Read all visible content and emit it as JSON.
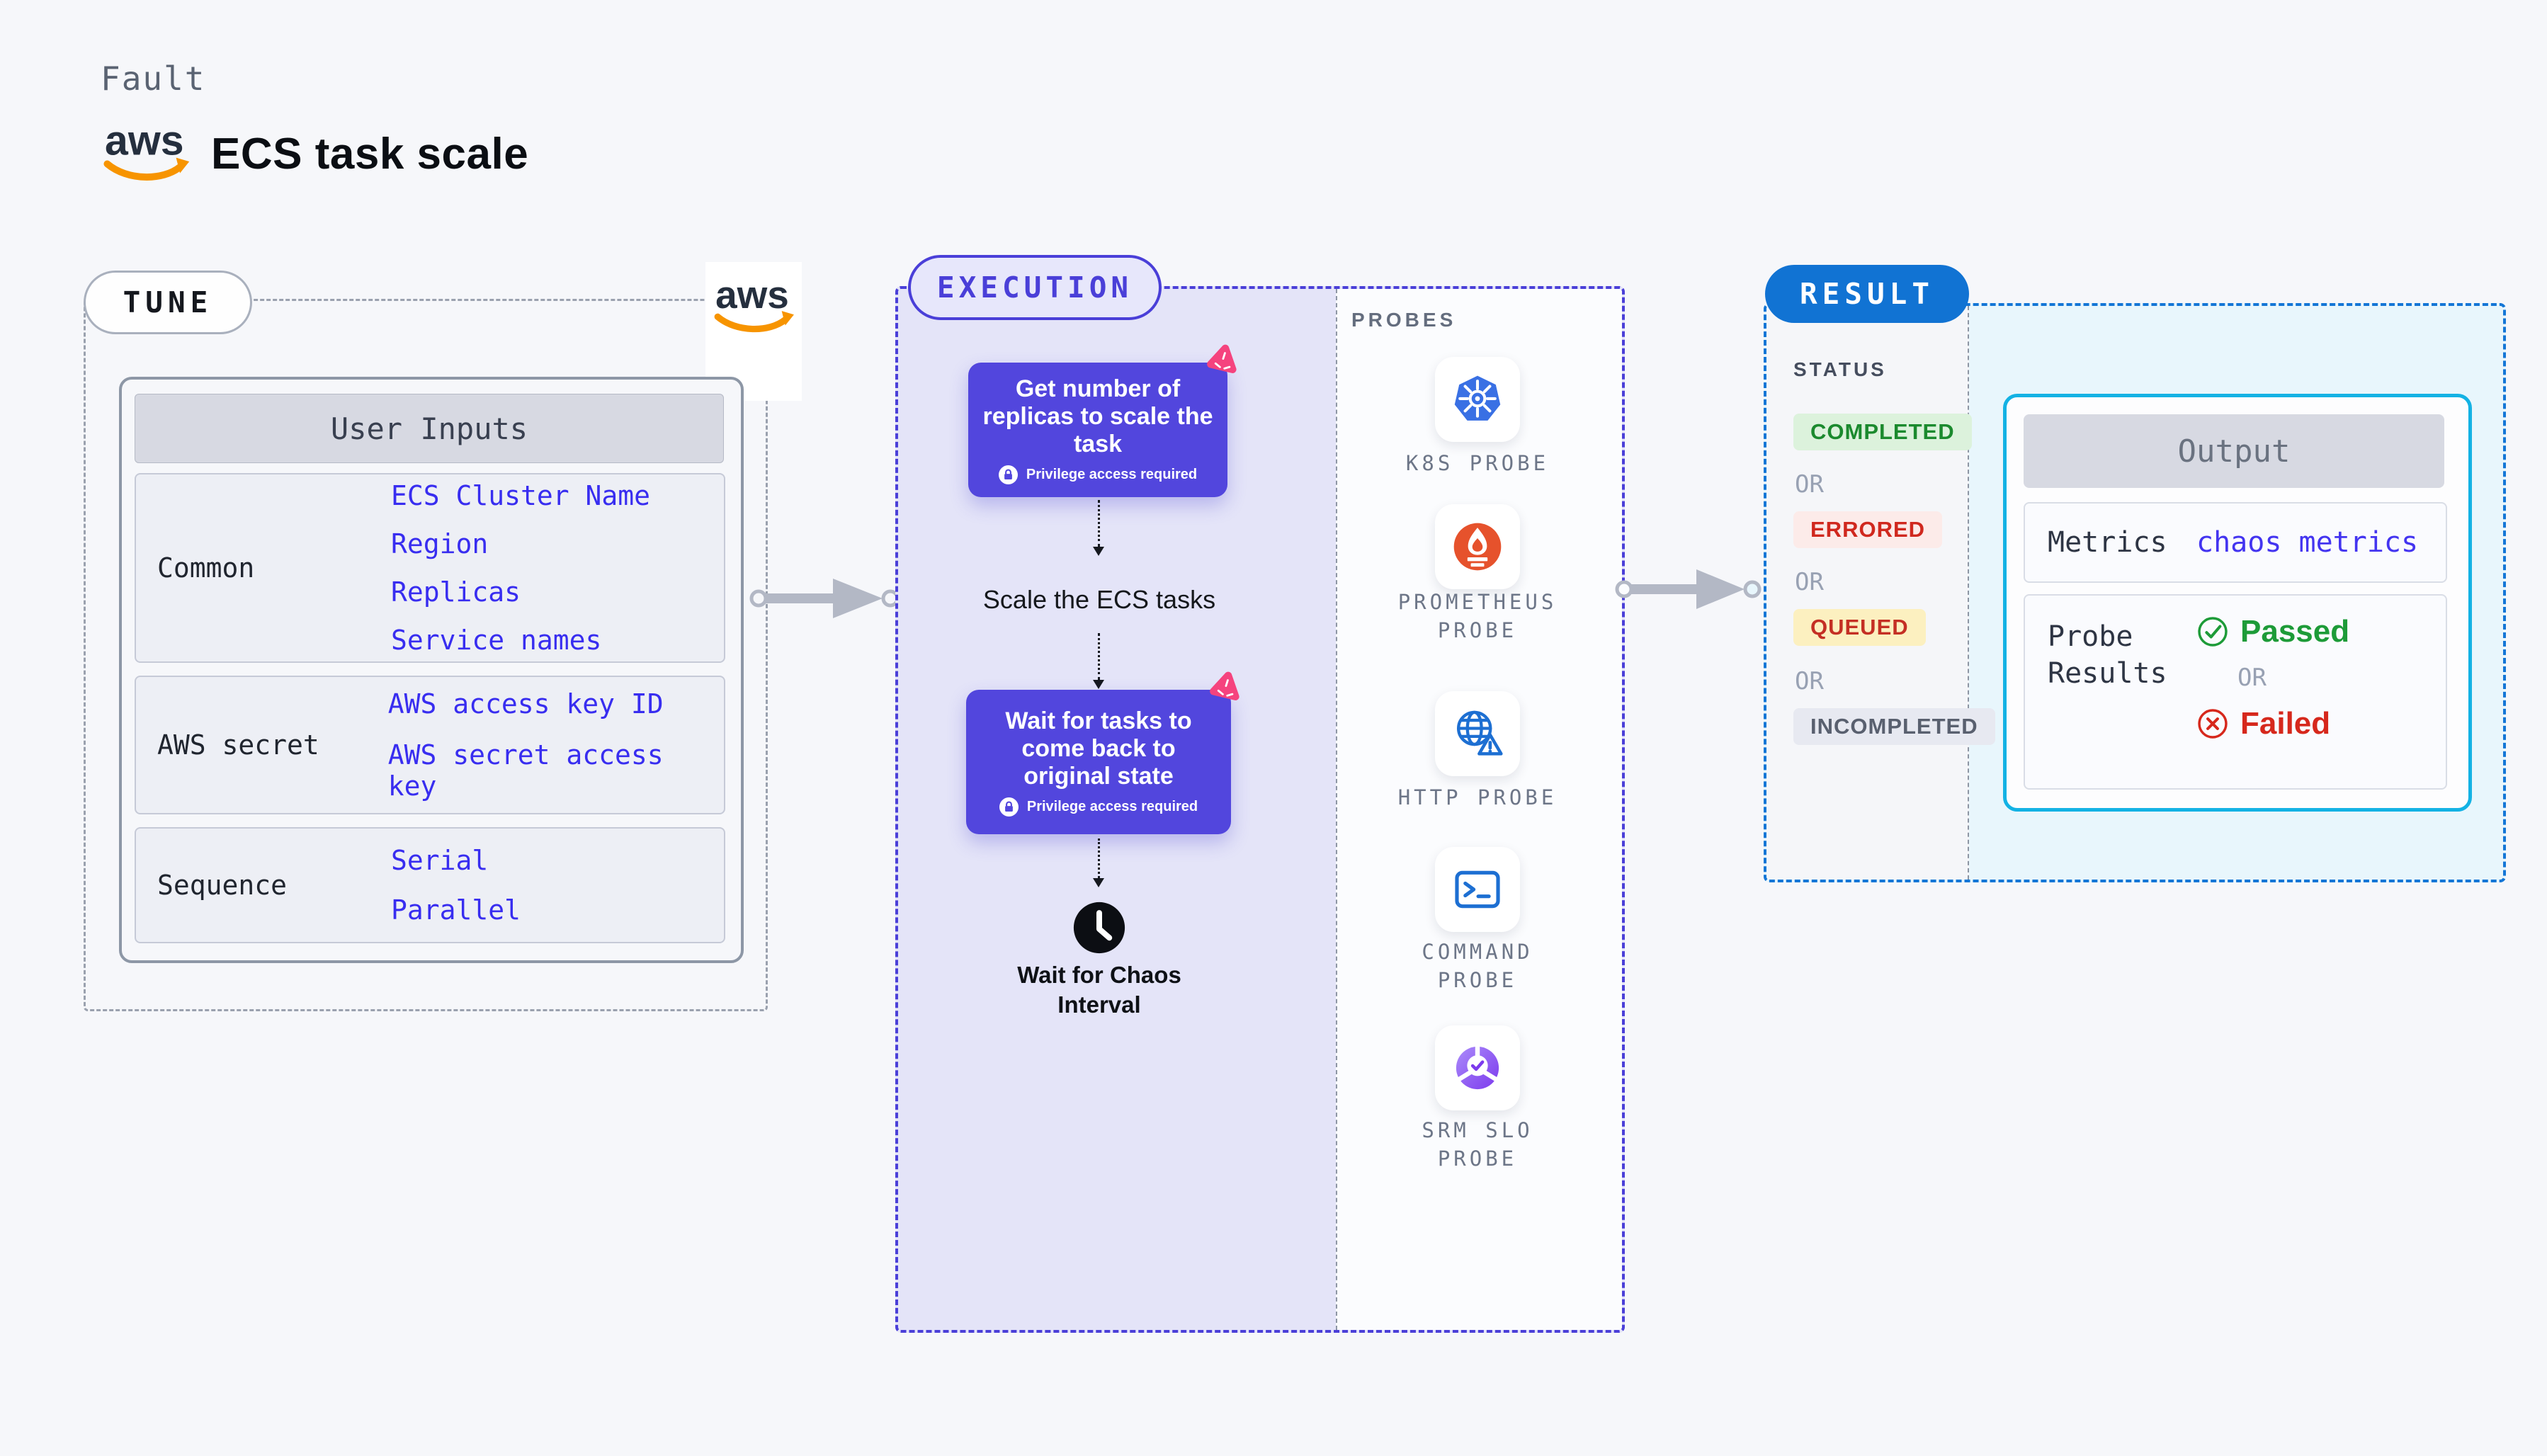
{
  "header": {
    "kicker": "Fault",
    "aws_text": "aws",
    "title": "ECS task scale"
  },
  "tune": {
    "badge": "TUNE",
    "aws_text": "aws",
    "user_inputs": {
      "title": "User Inputs",
      "rows": [
        {
          "label": "Common",
          "values": [
            "ECS Cluster Name",
            "Region",
            "Replicas",
            "Service names"
          ]
        },
        {
          "label": "AWS secret",
          "values": [
            "AWS access key ID",
            "AWS secret access key"
          ]
        },
        {
          "label": "Sequence",
          "values": [
            "Serial",
            "Parallel"
          ]
        }
      ]
    }
  },
  "execution": {
    "badge": "EXECUTION",
    "node1": {
      "title": "Get number of replicas to scale the task",
      "badge": "Privilege access required"
    },
    "step_label": "Scale the ECS tasks",
    "node2": {
      "title": "Wait for tasks to come back to original state",
      "badge": "Privilege access required"
    },
    "wait_label": "Wait for Chaos Interval"
  },
  "probes": {
    "title": "PROBES",
    "items": [
      {
        "icon": "kubernetes-icon",
        "label": "K8S PROBE"
      },
      {
        "icon": "prometheus-icon",
        "label": "PROMETHEUS\nPROBE"
      },
      {
        "icon": "http-globe-icon",
        "label": "HTTP PROBE"
      },
      {
        "icon": "terminal-icon",
        "label": "COMMAND\nPROBE"
      },
      {
        "icon": "slo-pie-icon",
        "label": "SRM SLO\nPROBE"
      }
    ]
  },
  "result": {
    "badge": "RESULT",
    "status": {
      "title": "STATUS",
      "separator": "OR",
      "items": [
        {
          "label": "COMPLETED",
          "fg": "#1b8a2e",
          "bg": "#dcf2dc"
        },
        {
          "label": "ERRORED",
          "fg": "#d0281e",
          "bg": "#fcebe9"
        },
        {
          "label": "QUEUED",
          "fg": "#c42f24",
          "bg": "#fcf0c0"
        },
        {
          "label": "INCOMPLETED",
          "fg": "#59606f",
          "bg": "#e7e9f1"
        }
      ]
    },
    "output": {
      "title": "Output",
      "metrics_label": "Metrics",
      "metrics_value": "chaos metrics",
      "probe_results_label": "Probe Results",
      "passed": "Passed",
      "or": "OR",
      "failed": "Failed"
    }
  },
  "colors": {
    "page_bg": "#f6f7fa",
    "node_purple": "#5246dd",
    "execution_accent": "#4a3fd8",
    "execution_panel": "#e4e4f8",
    "value_blue": "#382df0",
    "result_blue": "#1173d3",
    "result_panel": "#e8f6fc",
    "output_border": "#13b2e4",
    "passed_green": "#1d9b38",
    "failed_red": "#d6281c",
    "chaos_pink": "#f5437e",
    "aws_orange": "#f79400",
    "kubernetes_blue": "#3970e4",
    "prometheus_orange": "#e6522c"
  }
}
